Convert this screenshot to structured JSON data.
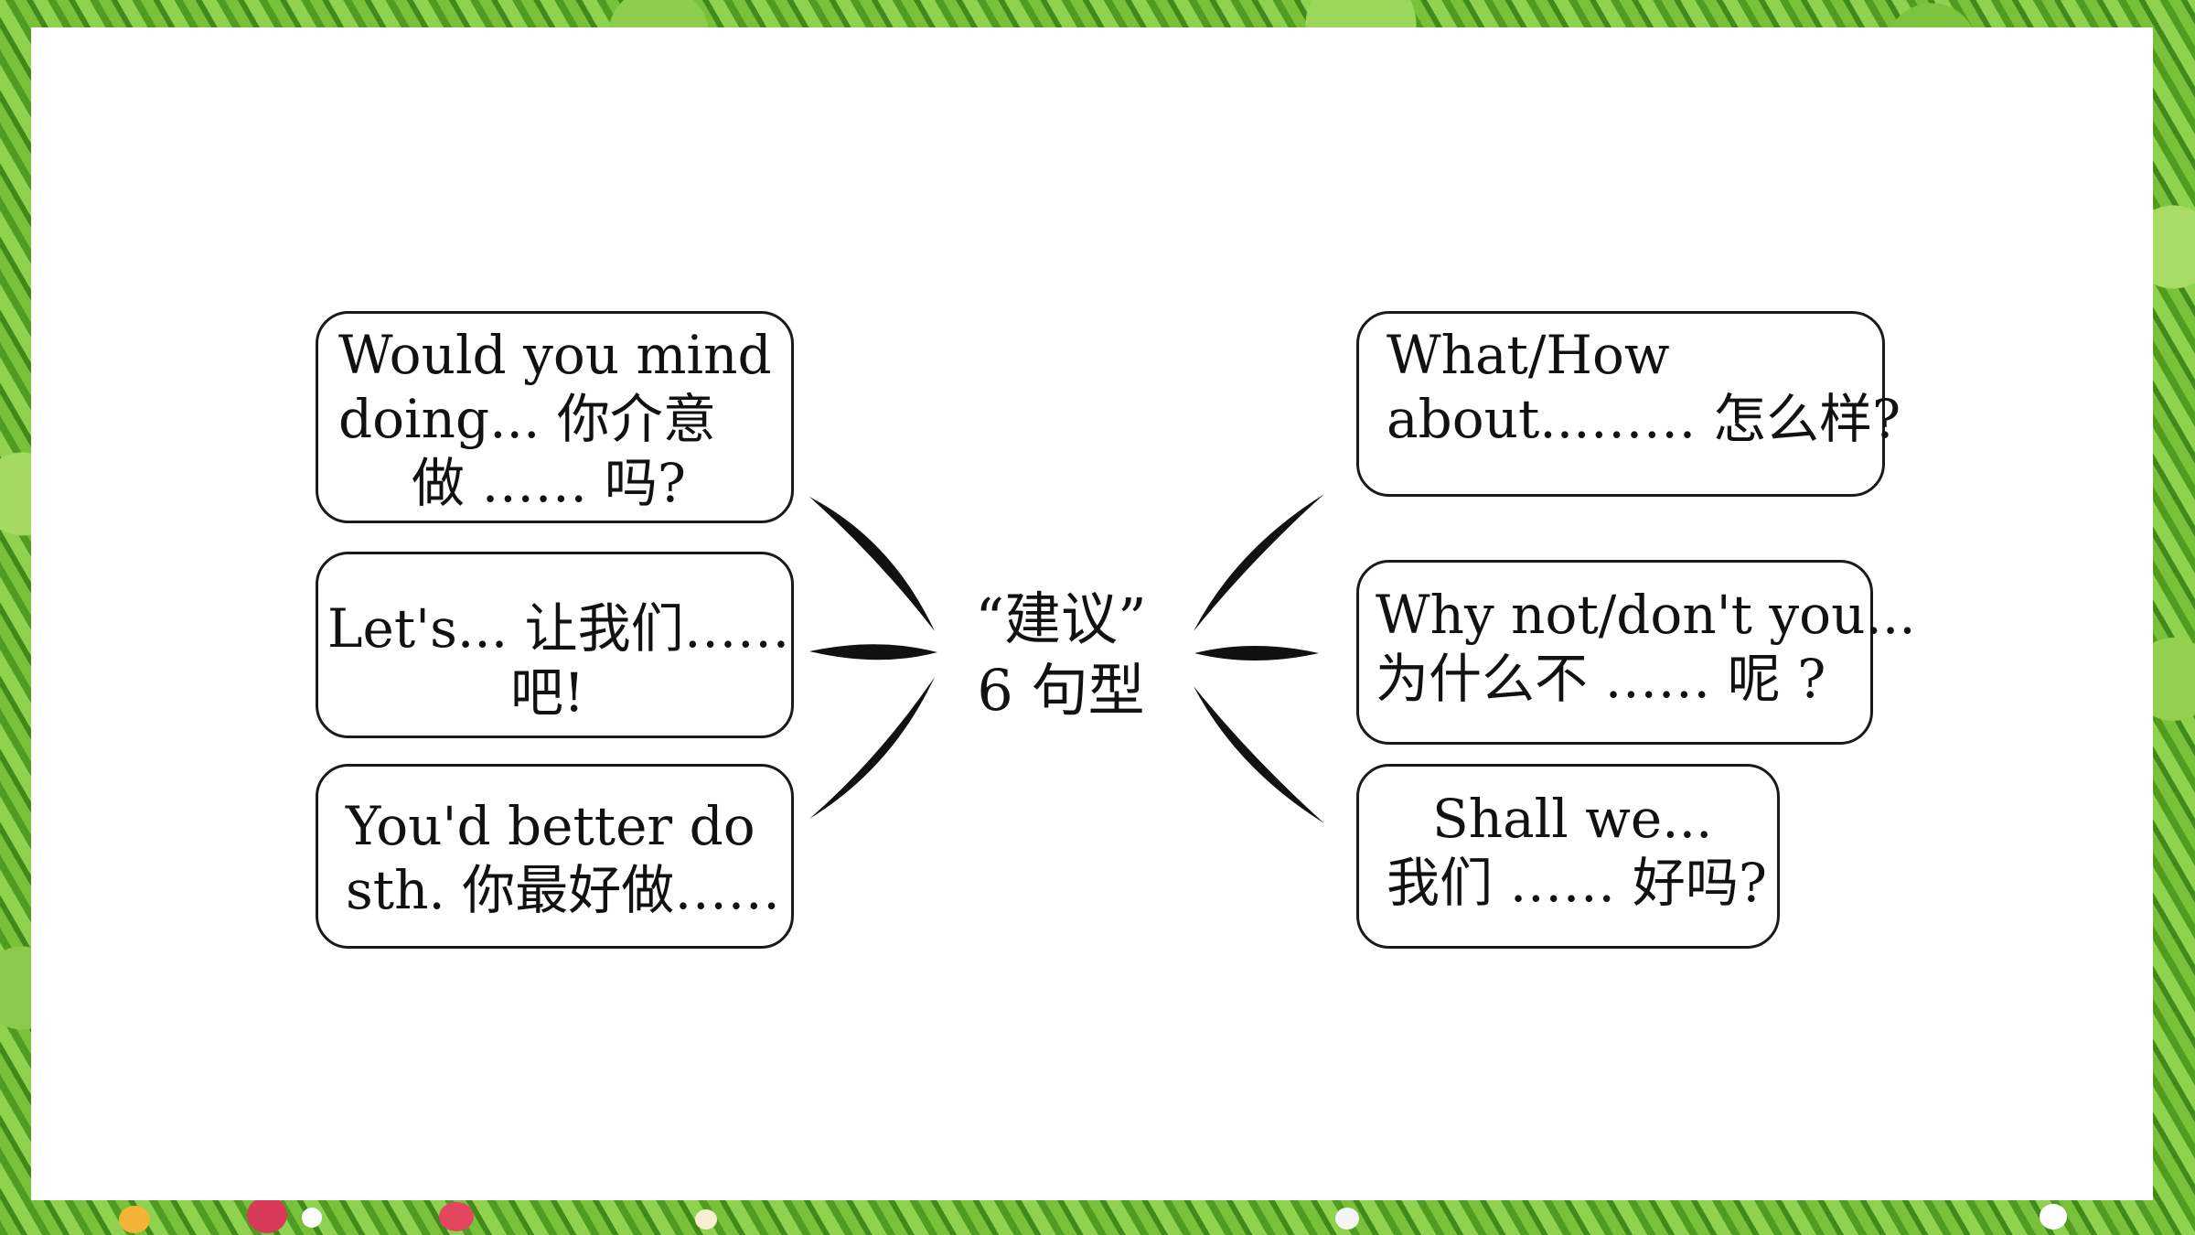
{
  "center": {
    "line1": "“建议”",
    "line2": "6 句型"
  },
  "left_boxes": [
    {
      "lines": [
        "Would you mind",
        "doing... 你介意",
        "做 …… 吗?"
      ]
    },
    {
      "lines": [
        "Let's... 让我们……",
        "吧!"
      ]
    },
    {
      "lines": [
        "You'd better do",
        "sth. 你最好做……"
      ]
    }
  ],
  "right_boxes": [
    {
      "lines": [
        "What/How",
        "about...…… 怎么样?"
      ]
    },
    {
      "lines": [
        "Why not/don't you...",
        "为什么不 …… 呢 ?"
      ]
    },
    {
      "lines": [
        "Shall we...",
        "我们 …… 好吗?"
      ]
    }
  ],
  "colors": {
    "frame_green": "#5fae2a",
    "panel": "#ffffff",
    "ink": "#111111"
  }
}
